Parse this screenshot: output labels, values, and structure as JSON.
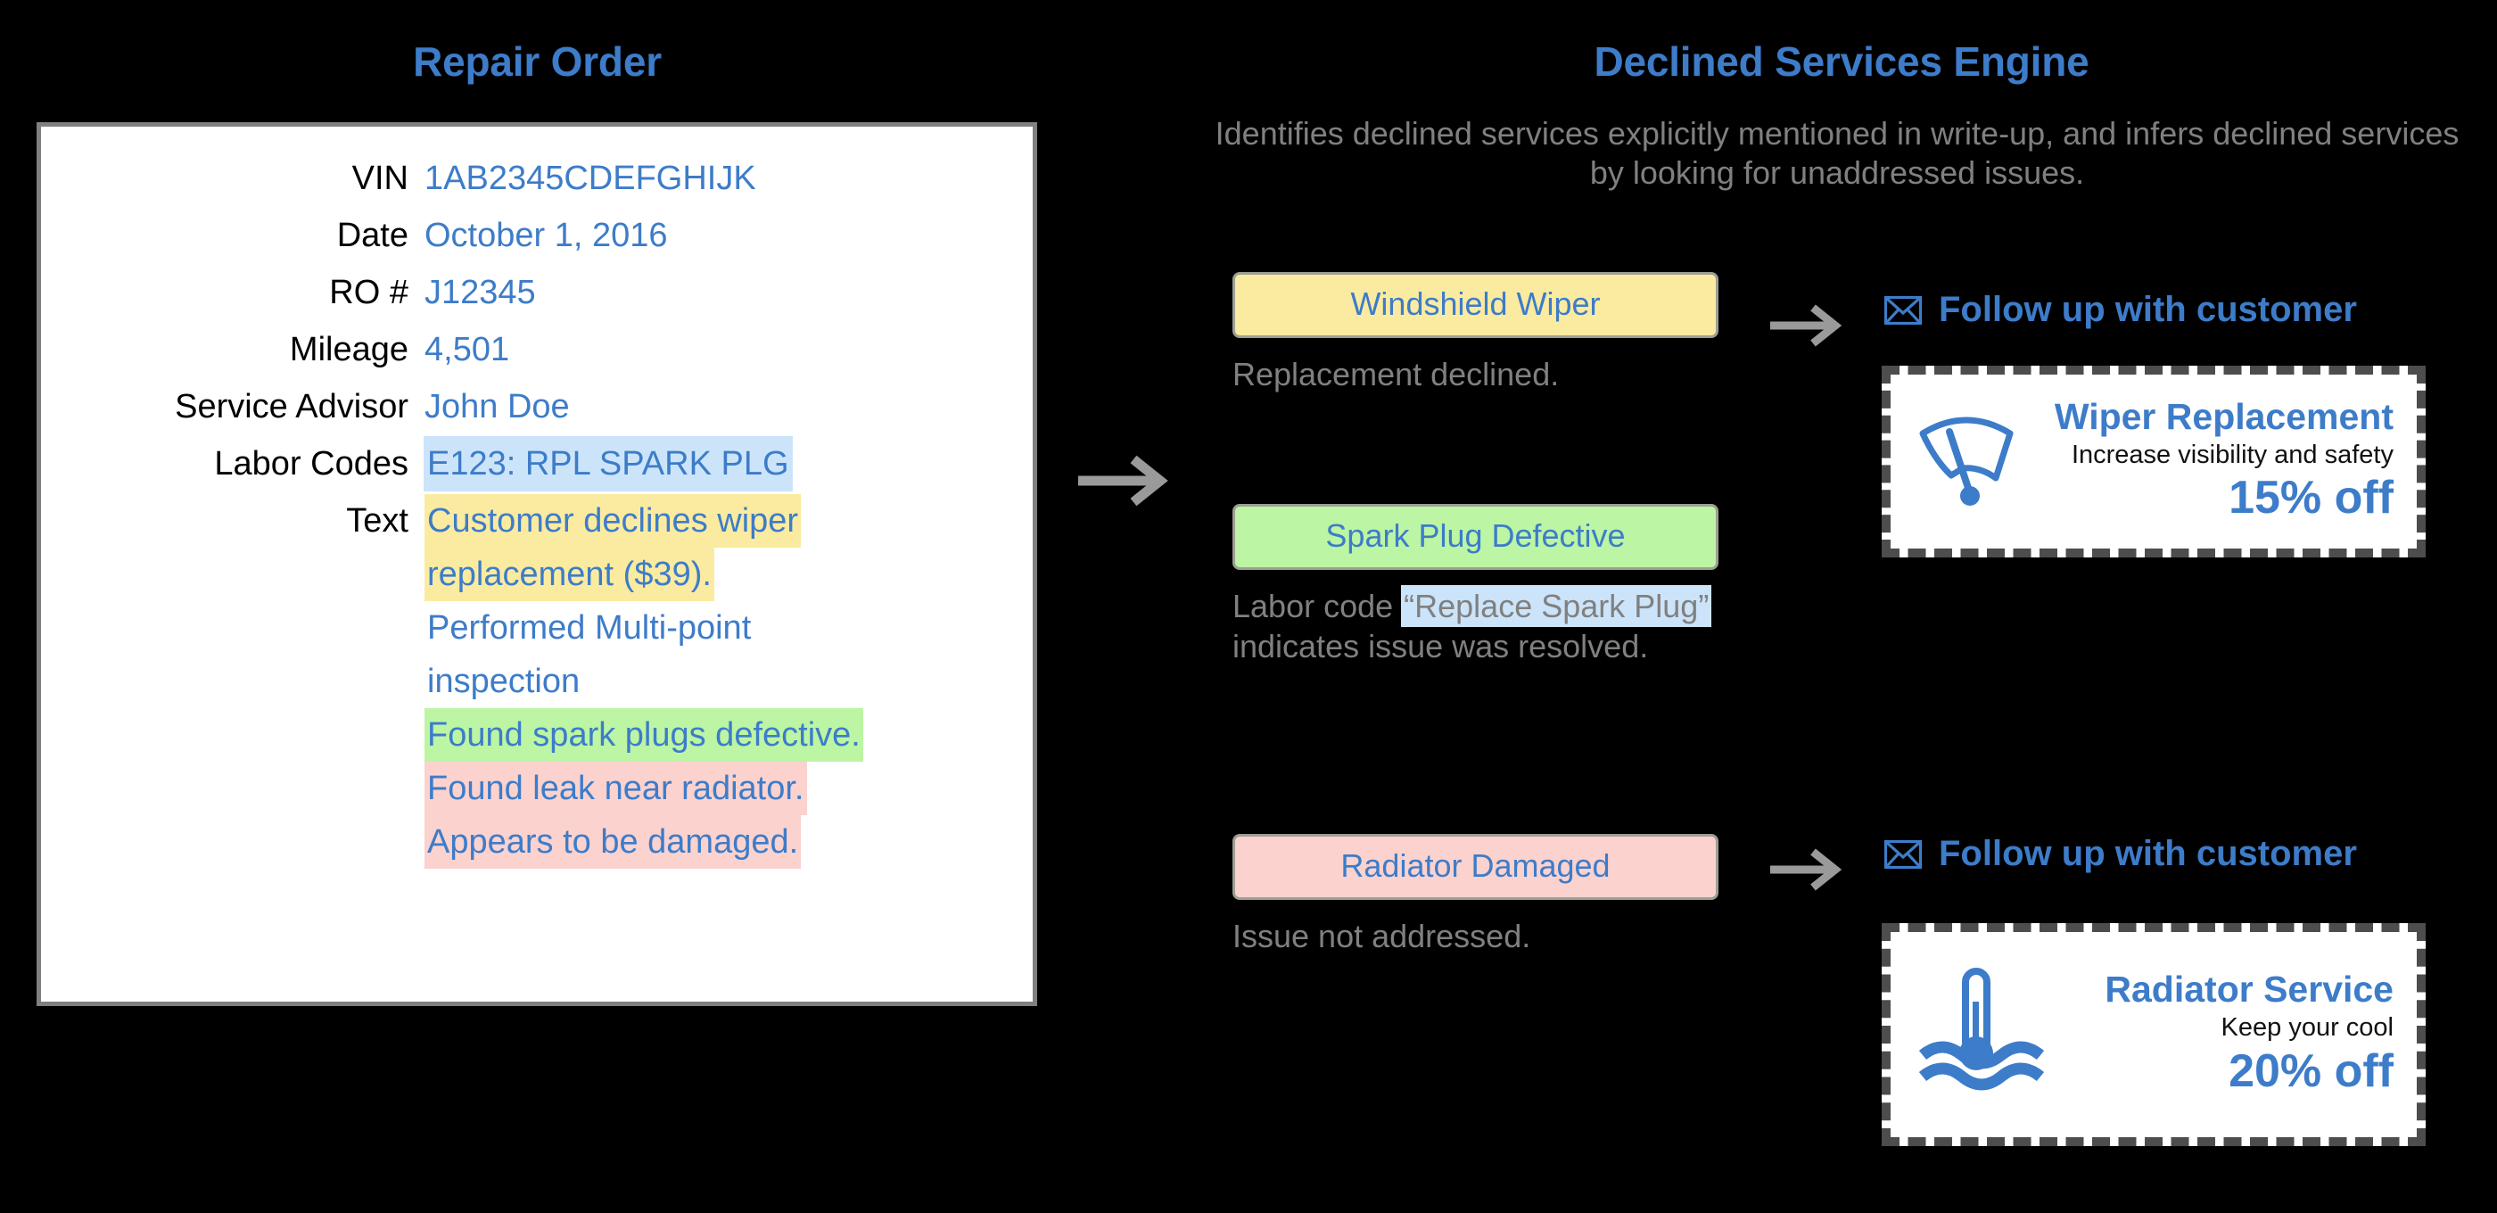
{
  "left_panel": {
    "title": "Repair Order",
    "fields": [
      {
        "label": "VIN",
        "value": "1AB2345CDEFGHIJK",
        "highlight": "none"
      },
      {
        "label": "Date",
        "value": "October 1, 2016",
        "highlight": "none"
      },
      {
        "label": "RO #",
        "value": "J12345",
        "highlight": "none"
      },
      {
        "label": "Mileage",
        "value": "4,501",
        "highlight": "none"
      },
      {
        "label": "Service Advisor",
        "value": "John Doe",
        "highlight": "none"
      },
      {
        "label": "Labor Codes",
        "value": "E123: RPL SPARK PLG",
        "highlight": "blue"
      }
    ],
    "text_field_label": "Text",
    "text_lines": [
      {
        "text": "Customer declines wiper",
        "highlight": "yellow"
      },
      {
        "text": "replacement ($39).",
        "highlight": "yellow"
      },
      {
        "text": "Performed Multi-point",
        "highlight": "none"
      },
      {
        "text": "inspection",
        "highlight": "none"
      },
      {
        "text": "Found spark plugs defective.",
        "highlight": "green"
      },
      {
        "text": "Found leak near radiator.",
        "highlight": "pink"
      },
      {
        "text": "Appears to be damaged.",
        "highlight": "pink"
      }
    ]
  },
  "right_panel": {
    "title": "Declined Services Engine",
    "description": "Identifies declined services explicitly mentioned in write-up, and infers declined services by looking for unaddressed issues.",
    "services": [
      {
        "chip_label": "Windshield Wiper",
        "chip_color": "#fbeba0",
        "reason_pre": "Replacement declined.",
        "reason_quote": "",
        "reason_post": "",
        "followup_label": "Follow up with customer",
        "coupon": {
          "title": "Wiper Replacement",
          "subtitle": "Increase visibility and safety",
          "offer": "15% off",
          "icon": "wiper-icon"
        }
      },
      {
        "chip_label": "Spark Plug Defective",
        "chip_color": "#bcf5a3",
        "reason_pre": "Labor code ",
        "reason_quote": "“Replace Spark Plug”",
        "reason_post": " indicates issue was resolved.",
        "followup_label": "",
        "coupon": null
      },
      {
        "chip_label": "Radiator Damaged",
        "chip_color": "#fbd2ce",
        "reason_pre": "Issue not addressed.",
        "reason_quote": "",
        "reason_post": "",
        "followup_label": "Follow up with customer",
        "coupon": {
          "title": "Radiator Service",
          "subtitle": "Keep your cool",
          "offer": "20% off",
          "icon": "thermometer-water-icon"
        }
      }
    ]
  },
  "colors": {
    "background": "#000000",
    "accent_blue": "#3d7cc9",
    "muted_gray": "#808080",
    "highlight_blue": "#cce4fa",
    "highlight_yellow": "#fbeba0",
    "highlight_green": "#bcf5a3",
    "highlight_pink": "#fbd2ce",
    "card_white": "#ffffff",
    "coupon_border": "#4d4d4d"
  }
}
